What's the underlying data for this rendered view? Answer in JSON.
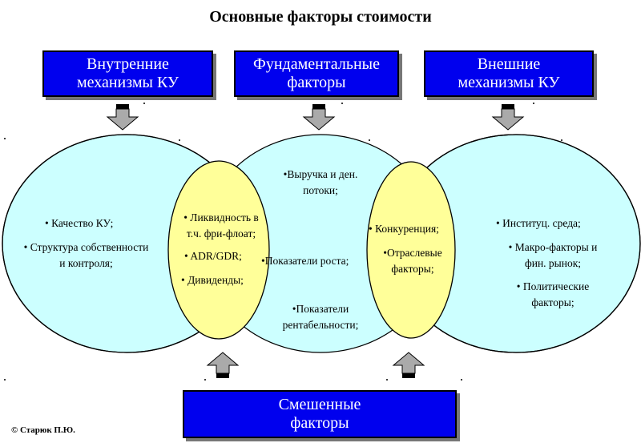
{
  "title": "Основные факторы стоимости",
  "boxes": {
    "internal": "Внутренние\nмеханизмы КУ",
    "fundamental": "Фундаментальные\nфакторы",
    "external": "Внешние\nмеханизмы КУ",
    "mixed": "Смешенные\nфакторы"
  },
  "internal_items": [
    "• Качество КУ;",
    "• Структура  собственности\nи  контроля;"
  ],
  "overlap_left_items": [
    "• Ликвидность       в\nт.ч. фри-флоат;",
    "• ADR/GDR;",
    "• Дивиденды;"
  ],
  "fundamental_items": [
    "•Выручка и ден.\nпотоки;",
    "•Показатели  роста;",
    "•Показатели\nрентабельности;"
  ],
  "overlap_right_items": [
    "• Конкуренция;",
    "•Отраслевые\nфакторы;"
  ],
  "external_items": [
    "• Институц. среда;",
    "• Макро-факторы и\nфин. рынок;",
    "• Политические\nфакторы;"
  ],
  "copyright": "© Старюк П.Ю.",
  "colors": {
    "box_fill": "#0000ee",
    "ellipse_fill": "#ccffff",
    "overlap_fill": "#ffff99",
    "arrow_fill": "#aaaaaa"
  }
}
